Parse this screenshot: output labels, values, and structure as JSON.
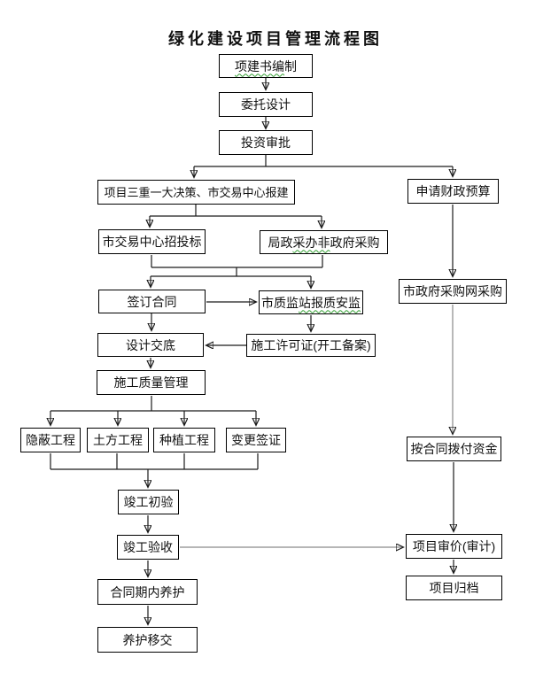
{
  "diagram": {
    "title": "绿化建设项目管理流程图",
    "colors": {
      "background": "#ffffff",
      "box_border": "#000000",
      "connector": "#1a1a1a",
      "connector_gray": "#8a8a8a",
      "spellcheck_wavy_green": "#33a033"
    },
    "nodes": [
      {
        "id": "proposal-compilation",
        "label": "项建书编制",
        "spellcheck": {
          "pre": "",
          "wavy": "项建书编",
          "post": "制"
        }
      },
      {
        "id": "entrust-design",
        "label": "委托设计"
      },
      {
        "id": "investment-approval",
        "label": "投资审批"
      },
      {
        "id": "major-decision-trade-center-filing",
        "label": "项目三重一大决策、市交易中心报建"
      },
      {
        "id": "apply-fiscal-budget",
        "label": "申请财政预算"
      },
      {
        "id": "trade-center-bidding",
        "label": "市交易中心招投标"
      },
      {
        "id": "bureau-non-govt-procurement",
        "label": "局政采办非政府采购",
        "spellcheck": {
          "pre": "局政",
          "wavy": "采办非",
          "post": "政府采购"
        }
      },
      {
        "id": "sign-contract",
        "label": "签订合同"
      },
      {
        "id": "quality-safety-supervision-report",
        "label": "市质监站报质安监",
        "spellcheck": {
          "pre": "市质监",
          "wavy": "站报质安监",
          "post": ""
        }
      },
      {
        "id": "design-disclosure",
        "label": "设计交底"
      },
      {
        "id": "construction-permit",
        "label": "施工许可证(开工备案)"
      },
      {
        "id": "construction-quality-mgmt",
        "label": "施工质量管理"
      },
      {
        "id": "concealed-works",
        "label": "隐蔽工程"
      },
      {
        "id": "earthworks",
        "label": "土方工程"
      },
      {
        "id": "planting-works",
        "label": "种植工程"
      },
      {
        "id": "change-visa",
        "label": "变更签证"
      },
      {
        "id": "completion-initial-inspection",
        "label": "竣工初验"
      },
      {
        "id": "completion-acceptance",
        "label": "竣工验收"
      },
      {
        "id": "in-contract-maintenance",
        "label": "合同期内养护"
      },
      {
        "id": "maintenance-handover",
        "label": "养护移交"
      },
      {
        "id": "govt-procurement-web",
        "label": "市政府采购网采购"
      },
      {
        "id": "pay-funds-per-contract",
        "label": "按合同拨付资金"
      },
      {
        "id": "project-audit",
        "label": "项目审价(审计)"
      },
      {
        "id": "project-archive",
        "label": "项目归档"
      }
    ]
  }
}
